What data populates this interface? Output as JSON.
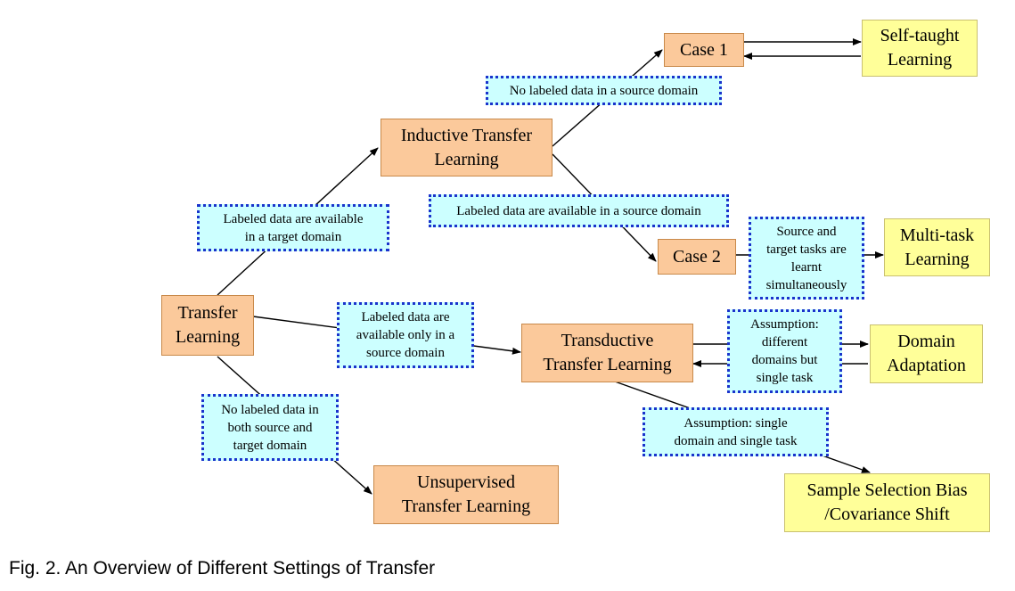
{
  "nodes": {
    "transfer_learning": [
      "Transfer",
      "Learning"
    ],
    "inductive": [
      "Inductive Transfer",
      "Learning"
    ],
    "transductive": [
      "Transductive",
      "Transfer Learning"
    ],
    "unsupervised": [
      "Unsupervised",
      "Transfer Learning"
    ],
    "case1": [
      "Case 1"
    ],
    "case2": [
      "Case 2"
    ],
    "self_taught": [
      "Self-taught",
      "Learning"
    ],
    "multi_task": [
      "Multi-task",
      "Learning"
    ],
    "domain_adaptation": [
      "Domain",
      "Adaptation"
    ],
    "sample_selection": [
      "Sample Selection Bias",
      "/Covariance Shift"
    ]
  },
  "conditions": {
    "labeled_target": [
      "Labeled data are available",
      "in a target domain"
    ],
    "labeled_source_only": [
      "Labeled data are",
      "available only in a",
      "source domain"
    ],
    "no_labeled_both": [
      "No labeled data in",
      "both source and",
      "target domain"
    ],
    "no_labeled_source": [
      "No labeled data in a source domain"
    ],
    "labeled_source": [
      "Labeled data are available in a source domain"
    ],
    "simultaneous": [
      "Source and",
      "target tasks are",
      "learnt",
      "simultaneously"
    ],
    "different_domains": [
      "Assumption:",
      "different",
      "domains but",
      "single task"
    ],
    "single_domain": [
      "Assumption: single",
      "domain and single task"
    ]
  },
  "caption": "Fig. 2.  An Overview of Different Settings of Transfer",
  "colors": {
    "setting_box": "#fbc99b",
    "method_box": "#ffff99",
    "condition_box": "#ccffff",
    "condition_border": "#1a33cc"
  }
}
